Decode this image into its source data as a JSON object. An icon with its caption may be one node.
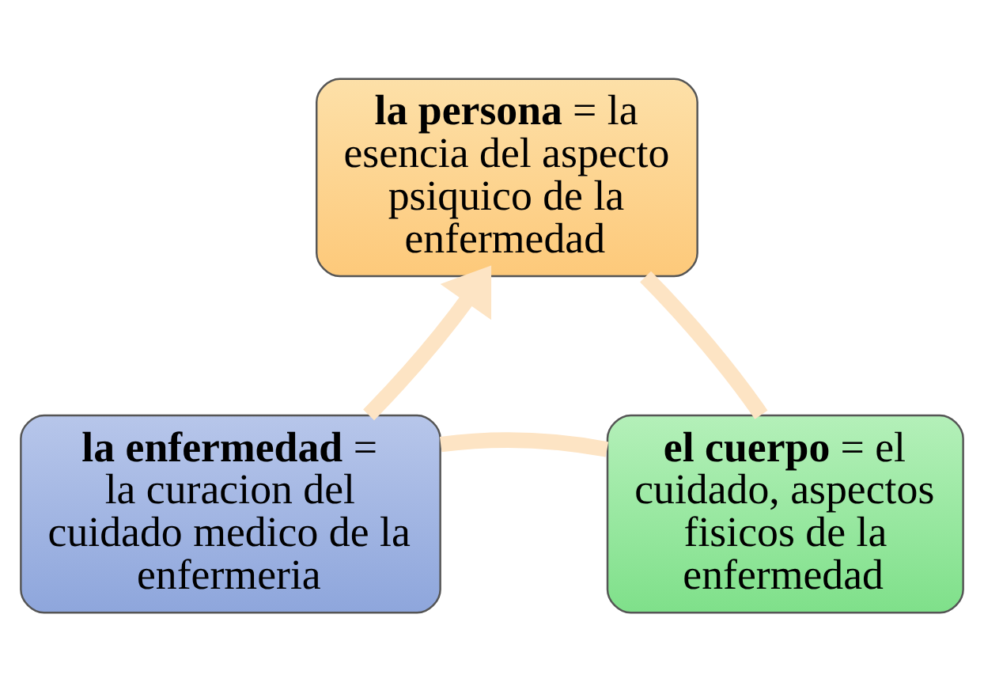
{
  "diagram": {
    "nodes": [
      {
        "text": [
          "**la persona** = la esencia del aspecto psiquico de la enfermedad"
        ]
      },
      {
        "text": [
          "**la enfermedad** = la curacion del cuidado medico de la enfermeria"
        ]
      },
      {
        "text": [
          "**el cuerpo** = el cuidado, aspectos fisicos de la enfermedad"
        ]
      }
    ],
    "edges": [
      {
        "from": 0,
        "to": 2,
        "arrow": "none"
      },
      {
        "from": 2,
        "to": 1,
        "arrow": "none"
      },
      {
        "from": 1,
        "to": 0,
        "arrow": "to"
      }
    ]
  }
}
